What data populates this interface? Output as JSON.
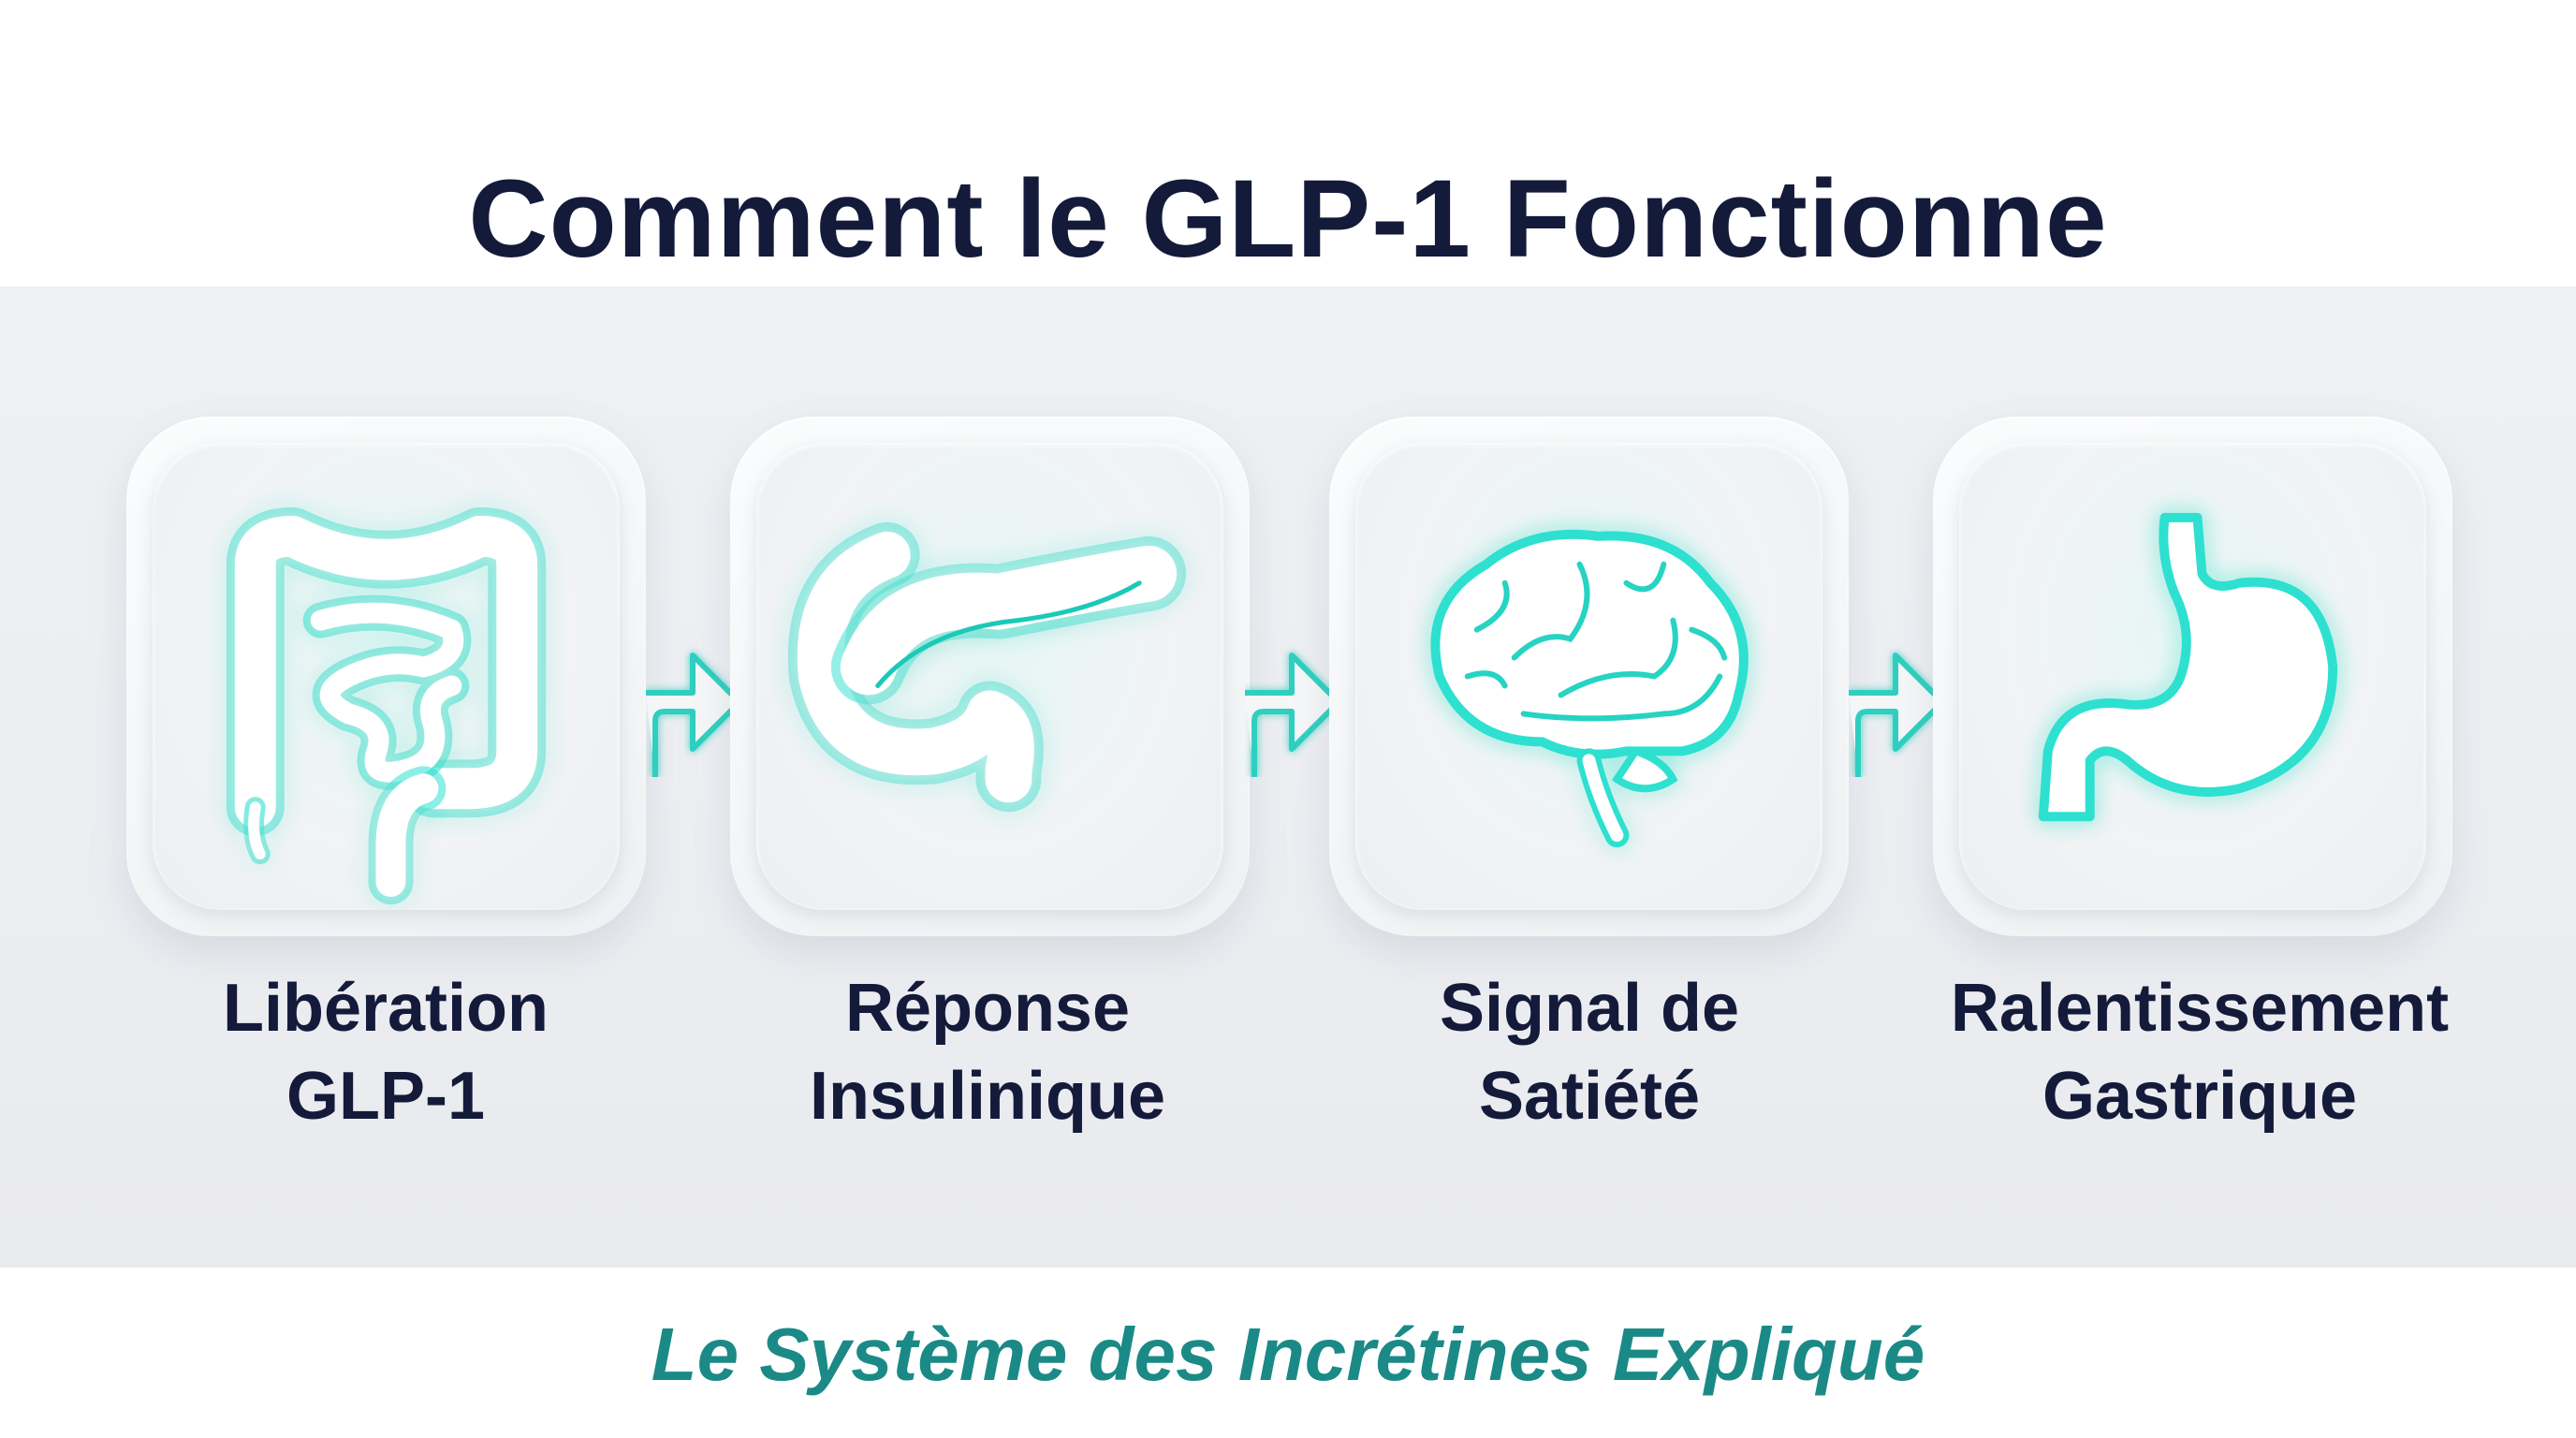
{
  "header": {
    "title": "Comment le GLP-1 Fonctionne"
  },
  "steps": [
    {
      "label_line1": "Libération",
      "label_line2": "GLP-1",
      "icon": "intestine-icon"
    },
    {
      "label_line1": "Réponse",
      "label_line2": "Insulinique",
      "icon": "pancreas-icon"
    },
    {
      "label_line1": "Signal de",
      "label_line2": "Satiété",
      "icon": "brain-icon"
    },
    {
      "label_line1": "Ralentissement",
      "label_line2": "Gastrique",
      "icon": "stomach-icon"
    }
  ],
  "connectors": [
    {
      "from": "Libération GLP-1",
      "to": "Réponse Insulinique",
      "icon": "arrow-right-icon"
    },
    {
      "from": "Réponse Insulinique",
      "to": "Signal de Satiété",
      "icon": "arrow-right-icon"
    },
    {
      "from": "Signal de Satiété",
      "to": "Ralentissement Gastrique",
      "icon": "arrow-right-icon"
    }
  ],
  "footer": {
    "subtitle": "Le Système des Incrétines Expliqué"
  },
  "colors": {
    "title": "#141a3a",
    "subtitle": "#1b8a86",
    "accent_glow": "#2ee0cf",
    "band_background": "#eceef2",
    "page_background": "#ffffff"
  }
}
